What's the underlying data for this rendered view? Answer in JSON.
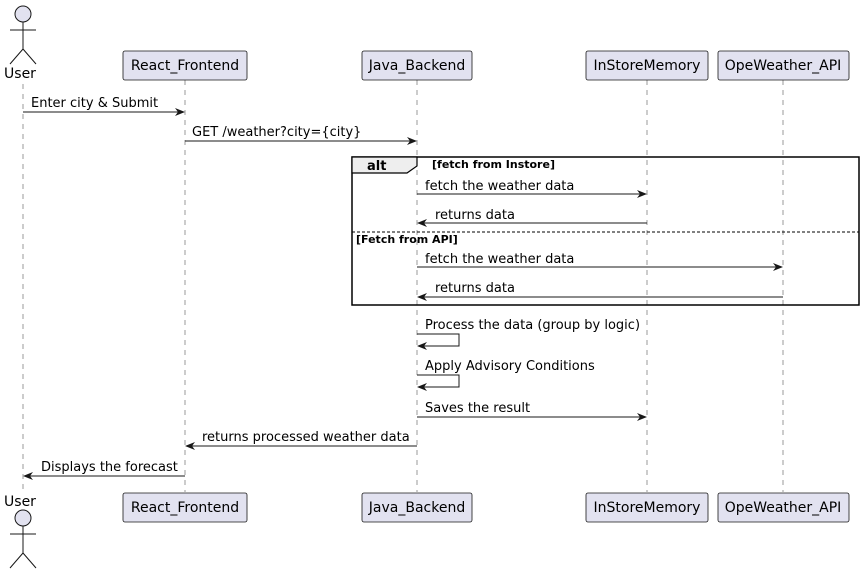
{
  "colors": {
    "participant_fill": "#E2E2F0",
    "stroke": "#181818",
    "lifeline": "#9a9a9a",
    "alt_tab_fill": "#EEEEEE"
  },
  "participants": [
    {
      "id": "user",
      "label": "User",
      "kind": "actor"
    },
    {
      "id": "react",
      "label": "React_Frontend",
      "kind": "box"
    },
    {
      "id": "java",
      "label": "Java_Backend",
      "kind": "box"
    },
    {
      "id": "store",
      "label": "InStoreMemory",
      "kind": "box"
    },
    {
      "id": "owm",
      "label": "OpeWeather_API",
      "kind": "box"
    }
  ],
  "alt": {
    "keyword": "alt",
    "guard1": "[fetch from Instore]",
    "guard2": "[Fetch from API]"
  },
  "messages": [
    {
      "from": "user",
      "to": "react",
      "label": "Enter city & Submit"
    },
    {
      "from": "react",
      "to": "java",
      "label": "GET /weather?city={city}"
    },
    {
      "from": "java",
      "to": "store",
      "label": "fetch the weather data"
    },
    {
      "from": "store",
      "to": "java",
      "label": "returns data"
    },
    {
      "from": "java",
      "to": "owm",
      "label": "fetch the weather data"
    },
    {
      "from": "owm",
      "to": "java",
      "label": "returns data"
    },
    {
      "from": "java",
      "to": "java",
      "label": "Process the data (group by logic)"
    },
    {
      "from": "java",
      "to": "java",
      "label": "Apply Advisory Conditions"
    },
    {
      "from": "java",
      "to": "store",
      "label": "Saves the result"
    },
    {
      "from": "java",
      "to": "react",
      "label": "returns processed weather data"
    },
    {
      "from": "react",
      "to": "user",
      "label": "Displays the forecast"
    }
  ]
}
